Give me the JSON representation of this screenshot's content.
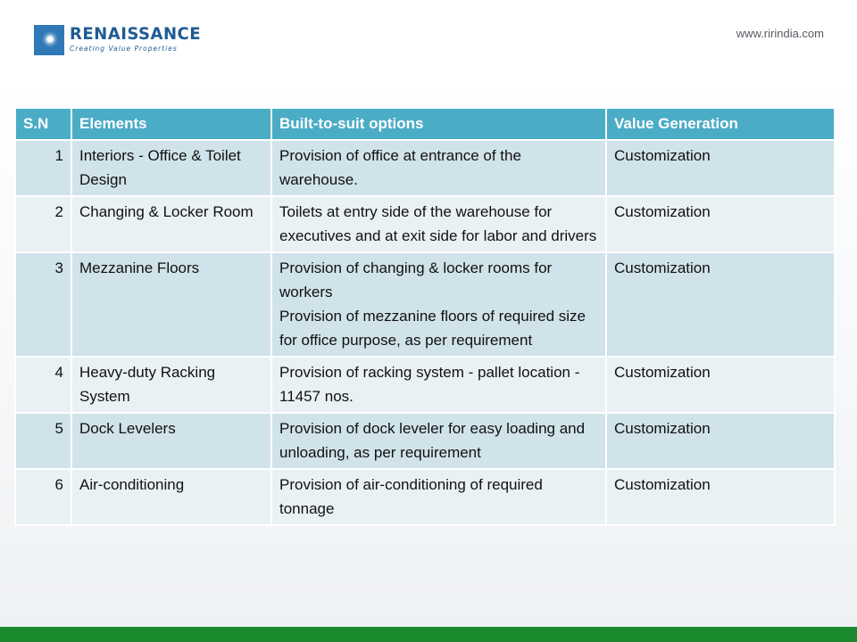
{
  "header": {
    "logo_name": "RENAISSANCE",
    "logo_tagline": "Creating Value Properties",
    "website": "www.ririndia.com"
  },
  "table": {
    "columns": [
      "S.N",
      "Elements",
      "Built-to-suit options",
      "Value Generation"
    ],
    "rows": [
      {
        "sn": "1",
        "element": "Interiors - Office & Toilet Design",
        "options": [
          "Provision of office at entrance of the warehouse."
        ],
        "value": "Customization"
      },
      {
        "sn": "2",
        "element": "Changing & Locker Room",
        "options": [
          "Toilets at entry side of the warehouse for executives and at exit side for labor and drivers"
        ],
        "value": "Customization"
      },
      {
        "sn": "3",
        "element": "Mezzanine Floors",
        "options": [
          "Provision of changing & locker rooms for workers",
          "Provision of mezzanine floors of required size for office purpose, as per requirement"
        ],
        "value": "Customization"
      },
      {
        "sn": "4",
        "element": "Heavy-duty Racking System",
        "options": [
          "Provision of racking system - pallet location - 11457 nos."
        ],
        "value": "Customization"
      },
      {
        "sn": "5",
        "element": "Dock Levelers",
        "options": [
          "Provision of dock leveler for easy loading and unloading, as per requirement"
        ],
        "value": "Customization"
      },
      {
        "sn": "6",
        "element": "Air-conditioning",
        "options": [
          "Provision of air-conditioning of required tonnage"
        ],
        "value": "Customization"
      }
    ]
  },
  "colors": {
    "header_bg": "#4bacc6",
    "row_dark": "#d0e3ea",
    "row_light": "#e9f1f4",
    "footer_bar": "#1b8a2f",
    "brand": "#1f5b94"
  }
}
